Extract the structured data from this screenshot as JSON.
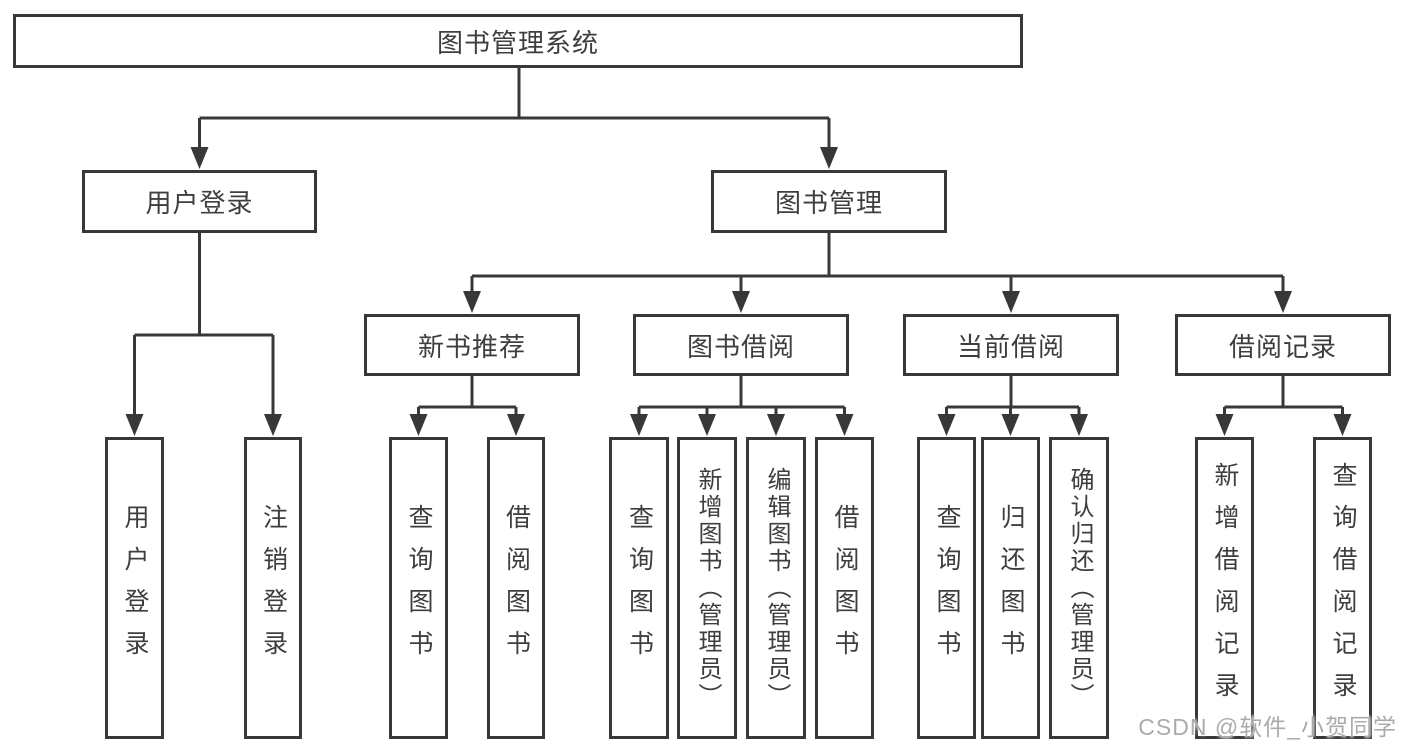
{
  "diagram": {
    "colors": {
      "line": "#383838",
      "text": "#3e3e3e",
      "background": "#ffffff",
      "watermark": "#ababab"
    },
    "watermark": "CSDN @软件_小贺同学",
    "tree": {
      "label": "图书管理系统",
      "children": [
        {
          "label": "用户登录",
          "children": [
            {
              "label": "用户登录"
            },
            {
              "label": "注销登录"
            }
          ]
        },
        {
          "label": "图书管理",
          "children": [
            {
              "label": "新书推荐",
              "children": [
                {
                  "label": "查询图书"
                },
                {
                  "label": "借阅图书"
                }
              ]
            },
            {
              "label": "图书借阅",
              "children": [
                {
                  "label": "查询图书"
                },
                {
                  "label": "新增图书（管理员）"
                },
                {
                  "label": "编辑图书（管理员）"
                },
                {
                  "label": "借阅图书"
                }
              ]
            },
            {
              "label": "当前借阅",
              "children": [
                {
                  "label": "查询图书"
                },
                {
                  "label": "归还图书"
                },
                {
                  "label": "确认归还（管理员）"
                }
              ]
            },
            {
              "label": "借阅记录",
              "children": [
                {
                  "label": "新增借阅记录"
                },
                {
                  "label": "查询借阅记录"
                }
              ]
            }
          ]
        }
      ]
    }
  }
}
